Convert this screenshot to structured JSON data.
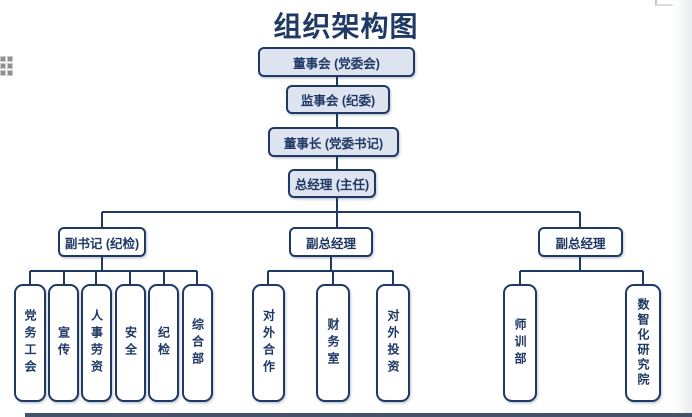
{
  "title": "组织架构图",
  "org": {
    "chain": [
      {
        "label": "董事会 (党委会)"
      },
      {
        "label": "监事会 (纪委)"
      },
      {
        "label": "董事长 (党委书记)"
      },
      {
        "label": "总经理 (主任)"
      }
    ],
    "branches": [
      {
        "label": "副书记 (纪检)",
        "children": [
          "党务工会",
          "宣传",
          "人事劳资",
          "安全",
          "纪检",
          "综合部"
        ]
      },
      {
        "label": "副总经理",
        "children": [
          "对外合作",
          "财务室",
          "对外投资"
        ]
      },
      {
        "label": "副总经理",
        "children": [
          "师训部",
          "数智化研究院"
        ]
      }
    ]
  },
  "icons": {
    "drag_handle": "2x3-dot-grid",
    "corner_mark": "table-corner-bracket"
  },
  "colors": {
    "title_color": "#1F3864",
    "line_color": "#1F3864",
    "box_border": "#1F3864",
    "level_fill": "#DEE3F0",
    "leaf_fill": "#FFFFFF",
    "text_color": "#1F3864",
    "bottom_bar_color": "#44526A"
  }
}
